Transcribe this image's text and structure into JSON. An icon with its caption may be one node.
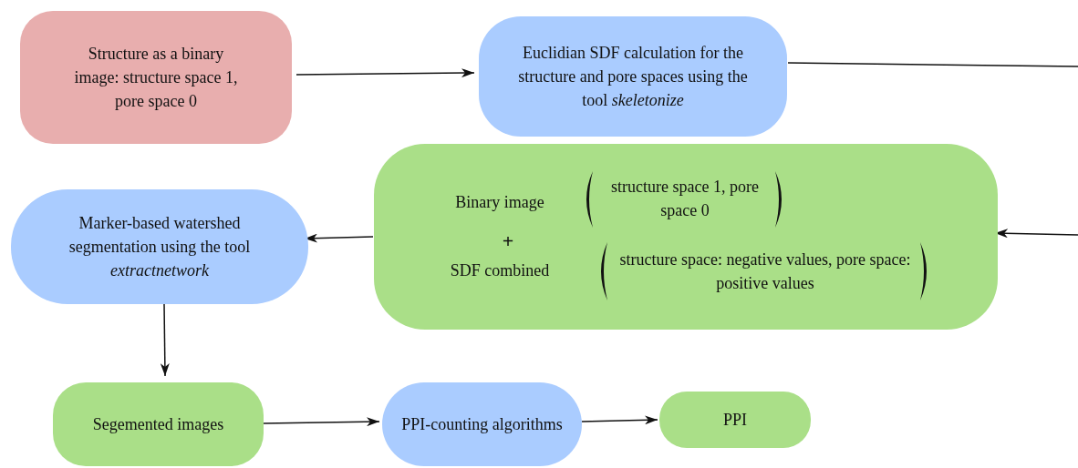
{
  "diagram": {
    "nodes": [
      {
        "text": [
          "Structure as a binary image: structure space 1, pore space 0"
        ]
      },
      {
        "text": [
          "Euclidian SDF calculation for the structure and pore spaces using the tool *skeletonize*"
        ]
      },
      {
        "text": [
          "Binary image",
          "structure space 1, pore space 0",
          "+",
          "SDF combined",
          "structure space: negative values, pore space: positive values"
        ]
      },
      {
        "text": [
          "Marker-based watershed segmentation using the tool *extractnetwork*"
        ]
      },
      {
        "text": [
          "Segemented images"
        ]
      },
      {
        "text": [
          "PPI-counting algorithms"
        ]
      },
      {
        "text": [
          "PPI"
        ]
      }
    ],
    "edges": [
      {
        "from": 0,
        "to": 1,
        "arrow": "to"
      },
      {
        "from": 1,
        "to": null,
        "arrow": "none"
      },
      {
        "from": null,
        "to": 2,
        "arrow": "to"
      },
      {
        "from": 2,
        "to": 3,
        "arrow": "to"
      },
      {
        "from": 3,
        "to": 4,
        "arrow": "to"
      },
      {
        "from": 4,
        "to": 5,
        "arrow": "to"
      },
      {
        "from": 5,
        "to": 6,
        "arrow": "to"
      }
    ]
  }
}
